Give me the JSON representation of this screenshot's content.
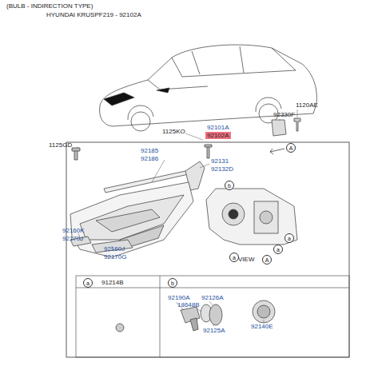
{
  "diagram": {
    "title": "(BULB - INDIRECTION TYPE)",
    "nodes": [
      {
        "text": [
          "92102A"
        ]
      },
      {
        "text": [
          "A"
        ]
      },
      {
        "text": [
          "b"
        ]
      },
      {
        "text": [
          "a"
        ]
      },
      {
        "text": [
          "a"
        ]
      },
      {
        "text": [
          "a"
        ]
      },
      {
        "text": [
          "A"
        ]
      },
      {
        "text": [
          "a"
        ]
      },
      {
        "text": [
          "b"
        ]
      }
    ],
    "labels": [
      "HYUNDAI KRUSPF219 - 92102A",
      "1120AE",
      "92330F",
      "1125KO",
      "92101A",
      "1125GD",
      "92185",
      "92186",
      "92131",
      "92132D",
      "92160K",
      "92170J",
      "92160J",
      "92170G",
      "VIEW",
      "91214B",
      "92190A",
      "18648B",
      "92126A",
      "92140E",
      "92125A"
    ]
  }
}
